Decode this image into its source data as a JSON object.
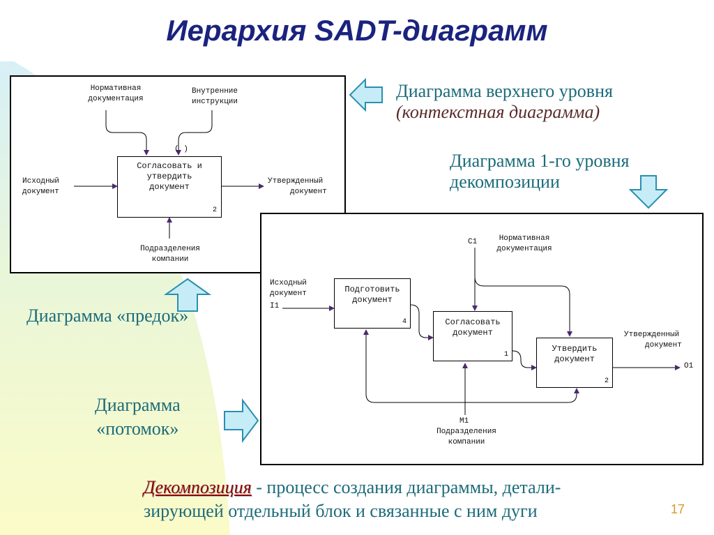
{
  "title": "Иерархия SADT-диаграмм",
  "captions": {
    "top_level_line1": "Диаграмма верхнего уровня",
    "top_level_line2": "(контекстная диаграмма)",
    "first_level_line1": "Диаграмма 1-го уровня",
    "first_level_line2": "декомпозиции",
    "parent": "Диаграмма «предок»",
    "child_line1": "Диаграмма",
    "child_line2": "«потомок»"
  },
  "context_diagram": {
    "control_1": [
      "Нормативная",
      "документация"
    ],
    "control_2": [
      "Внутренние",
      "инструкции"
    ],
    "input": [
      "Исходный",
      "документ"
    ],
    "output": [
      "Утвержденный",
      "документ"
    ],
    "mechanism": [
      "Подразделения",
      "компании"
    ],
    "box_label": [
      "Согласовать и",
      "утвердить",
      "документ"
    ],
    "box_number": "2",
    "tunnel_mark": "( )"
  },
  "decomposition_diagram": {
    "control_code": "C1",
    "control": [
      "Нормативная",
      "документация"
    ],
    "input": [
      "Исходный",
      "документ"
    ],
    "input_code": "I1",
    "output": [
      "Утвержденный",
      "документ"
    ],
    "output_code": "O1",
    "mechanism_code": "M1",
    "mechanism": [
      "Подразделения",
      "компании"
    ],
    "box_a": {
      "label": [
        "Подготовить",
        "документ"
      ],
      "number": "4"
    },
    "box_b": {
      "label": [
        "Согласовать",
        "документ"
      ],
      "number": "1"
    },
    "box_c": {
      "label": [
        "Утвердить",
        "документ"
      ],
      "number": "2"
    }
  },
  "definition": {
    "term": "Декомпозиция",
    "line1_rest": " - процесс создания диаграммы, детали-",
    "line2": "зирующей отдельный блок и связанные с ним дуги"
  },
  "slide_number": "17",
  "colors": {
    "title": "#1a237e",
    "caption": "#1b6b7a",
    "term": "#8b0000",
    "arrowhead": "#4a2a6e",
    "block_arrow_fill": "#c6ecf7",
    "block_arrow_stroke": "#2a8fb0",
    "page_number": "#d69a2a"
  }
}
